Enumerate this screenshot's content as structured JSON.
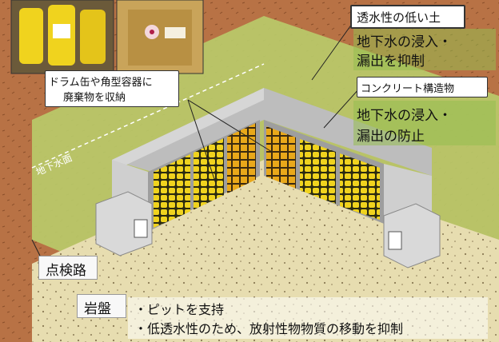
{
  "labels": {
    "low_permeability_soil": "透水性の低い土",
    "soil_effect_line1": "地下水の浸入・",
    "soil_effect_line2": "漏出を抑制",
    "concrete_structure": "コンクリート構造物",
    "concrete_effect_line1": "地下水の浸入・",
    "concrete_effect_line2": "漏出の防止",
    "containers_line1": "ドラム缶や角型容器に",
    "containers_line2": "廃棄物を収納",
    "groundwater_level": "地下水面",
    "inspection_path": "点検路",
    "bedrock": "岩盤",
    "bedrock_note1": "・ピットを支持",
    "bedrock_note2": "・低透水性のため、放射性物物質の移動を抑制"
  },
  "colors": {
    "earth": "#b5703f",
    "clay_green": "#b9cc6a",
    "concrete": "#c8c8c8",
    "bedrock": "#e6ddb0",
    "waste_yellow": "#e9b21a",
    "drum_yellow": "#f0d31e"
  }
}
